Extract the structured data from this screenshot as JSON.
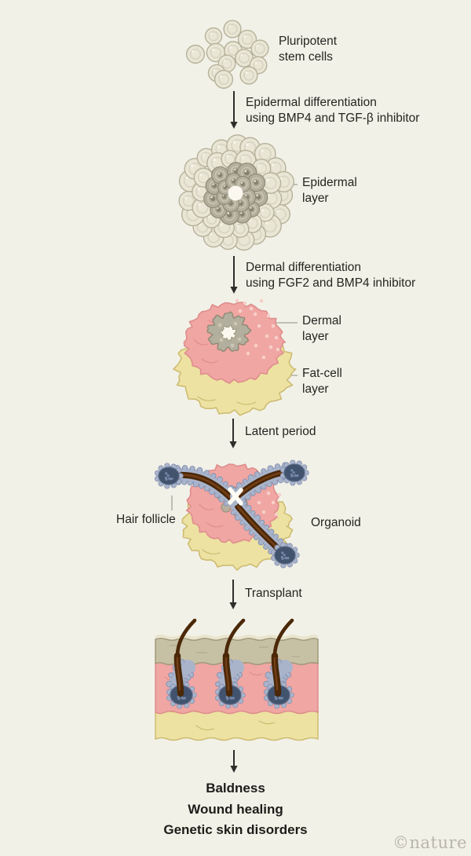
{
  "colors": {
    "background": "#F2F1E8",
    "ink": "#25241F",
    "arrow": "#2E2E2A",
    "pointer_line": "#A5A296",
    "cell_fill": "#E9E6D6",
    "cell_stroke": "#B5B199",
    "cell_inner": "#D6D3BF",
    "olive_fill": "#B3AF9E",
    "olive_stroke": "#8D8973",
    "olive_dot": "#87836E",
    "core_white": "#FAF8EF",
    "pink_fill": "#F0A6A3",
    "pink_stroke": "#DE8E8C",
    "pink_light": "#F8CFC9",
    "fat_fill": "#EDE2A2",
    "fat_stroke": "#CDBC72",
    "fat_light": "#F4ECC0",
    "sheath_fill": "#A9B4CB",
    "sheath_stroke": "#7E8CAC",
    "sheath_light": "#C8D0E0",
    "bulb_fill": "#42536E",
    "bulb_light": "#7388A8",
    "hair_dark": "#4A2808",
    "hair_mid": "#7A431A",
    "skin_top_fill": "#C6C0A4",
    "skin_top_stroke": "#A19A7B",
    "skin_top_light": "#E9E3C9",
    "logo": "#B8B6AB"
  },
  "labels": {
    "stem_cells": "Pluripotent\nstem cells",
    "step1": "Epidermal differentiation\nusing BMP4 and TGF-β inhibitor",
    "epidermal_layer": "Epidermal\nlayer",
    "step2": "Dermal differentiation\nusing FGF2 and BMP4 inhibitor",
    "dermal_layer": "Dermal\nlayer",
    "fat_layer": "Fat-cell\nlayer",
    "step3": "Latent period",
    "hair_follicle": "Hair follicle",
    "organoid": "Organoid",
    "step4": "Transplant",
    "outcomes": [
      "Baldness",
      "Wound healing",
      "Genetic skin disorders"
    ],
    "credit": "©nature"
  }
}
